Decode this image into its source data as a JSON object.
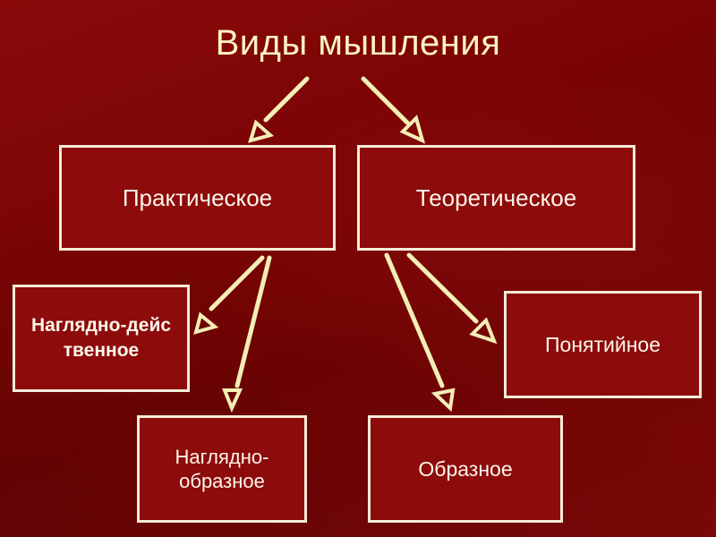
{
  "title": "Виды мышления",
  "nodes": {
    "practical": "Практическое",
    "theoretical": "Теоретическое",
    "visual_action": "Наглядно-действенное",
    "visual_figurative_line1": "Наглядно-",
    "visual_figurative_line2": "образное",
    "figurative": "Образное",
    "conceptual": "Понятийное"
  },
  "edges": [
    {
      "from": "title",
      "to": "practical"
    },
    {
      "from": "title",
      "to": "theoretical"
    },
    {
      "from": "practical",
      "to": "visual_action"
    },
    {
      "from": "practical",
      "to": "visual_figurative"
    },
    {
      "from": "theoretical",
      "to": "figurative"
    },
    {
      "from": "theoretical",
      "to": "conceptual"
    }
  ],
  "colors": {
    "background": "#7a0404",
    "box_fill": "#8d0b0b",
    "box_border": "#f4ecd8",
    "arrow": "#f3eeb5",
    "title_text": "#fcf3c0"
  }
}
